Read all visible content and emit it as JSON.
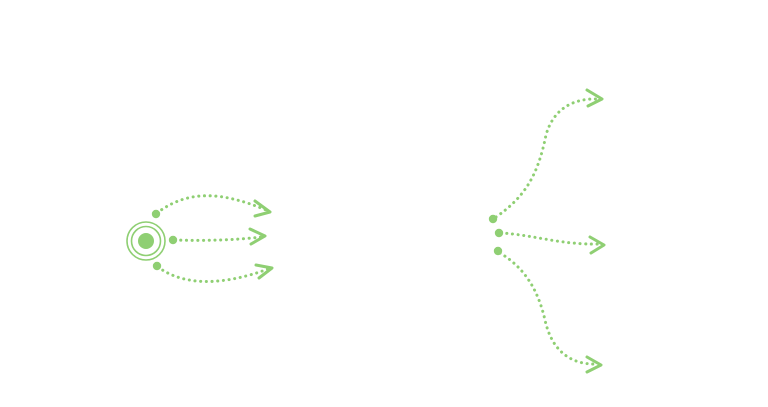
{
  "colors": {
    "accent": "#8fcf73",
    "background": "#ffffff"
  },
  "groups": [
    {
      "name": "origin-group",
      "has_origin": true,
      "arrow_count": 3
    },
    {
      "name": "spread-group",
      "has_origin": false,
      "arrow_count": 3
    }
  ],
  "icons": {
    "origin": "target-icon",
    "arrowhead": "chevron-right-icon"
  }
}
